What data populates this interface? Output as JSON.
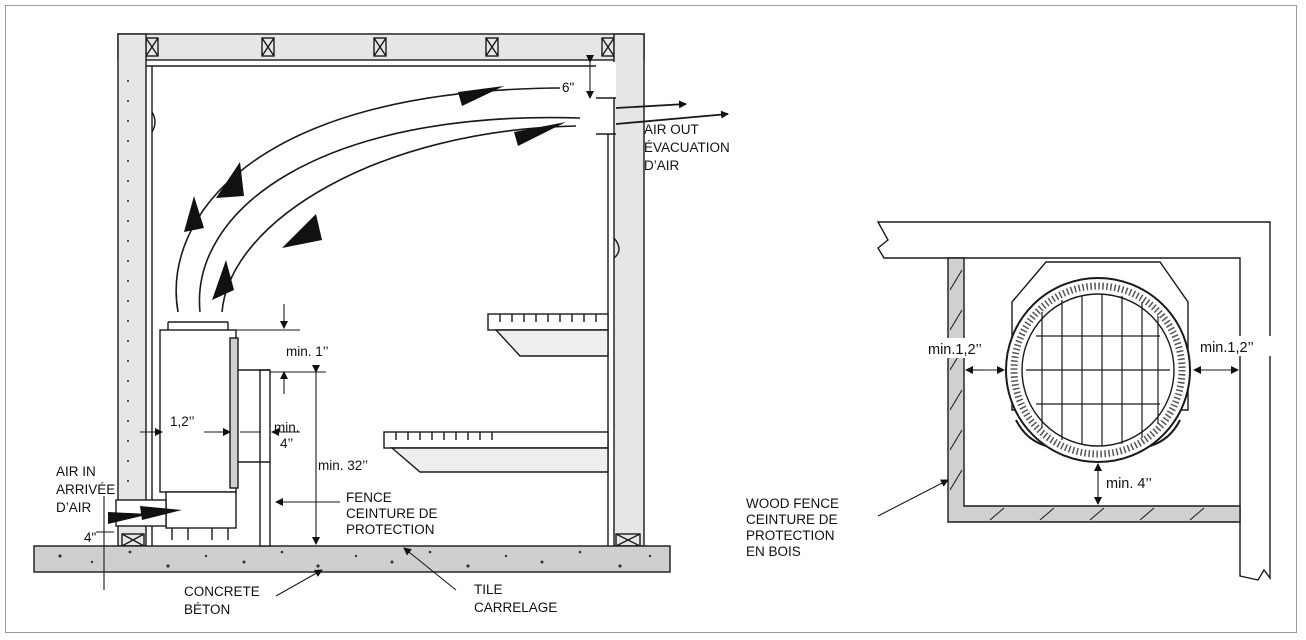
{
  "side_view": {
    "air_out": [
      "AIR OUT",
      "ÉVACUATION",
      "D’AIR"
    ],
    "air_in": [
      "AIR IN",
      "ARRIVÉE",
      "D’AIR"
    ],
    "fence": [
      "FENCE",
      "CEINTURE DE",
      "PROTECTION"
    ],
    "concrete": [
      "CONCRETE",
      "BÉTON"
    ],
    "tile": [
      "TILE",
      "CARRELAGE"
    ],
    "dim_vent_top": "6\"",
    "dim_air_in": "4\"",
    "dim_heater_top": "min. 1’’",
    "dim_heater_side": "1,2’’",
    "dim_fence_gap": [
      "min.",
      "4’’"
    ],
    "dim_fence_height": "min. 32’’"
  },
  "top_view": {
    "wood_fence": [
      "WOOD FENCE",
      "CEINTURE DE",
      "PROTECTION",
      "EN BOIS"
    ],
    "dim_left": "min.1,2’’",
    "dim_right": "min.1,2’’",
    "dim_bottom": "min. 4’’"
  },
  "colors": {
    "line": "#1a1a1a",
    "wall_fill": "#e6e6e6",
    "floor_fill": "#cfcfcf",
    "fence_fill": "#d0d0d0"
  }
}
